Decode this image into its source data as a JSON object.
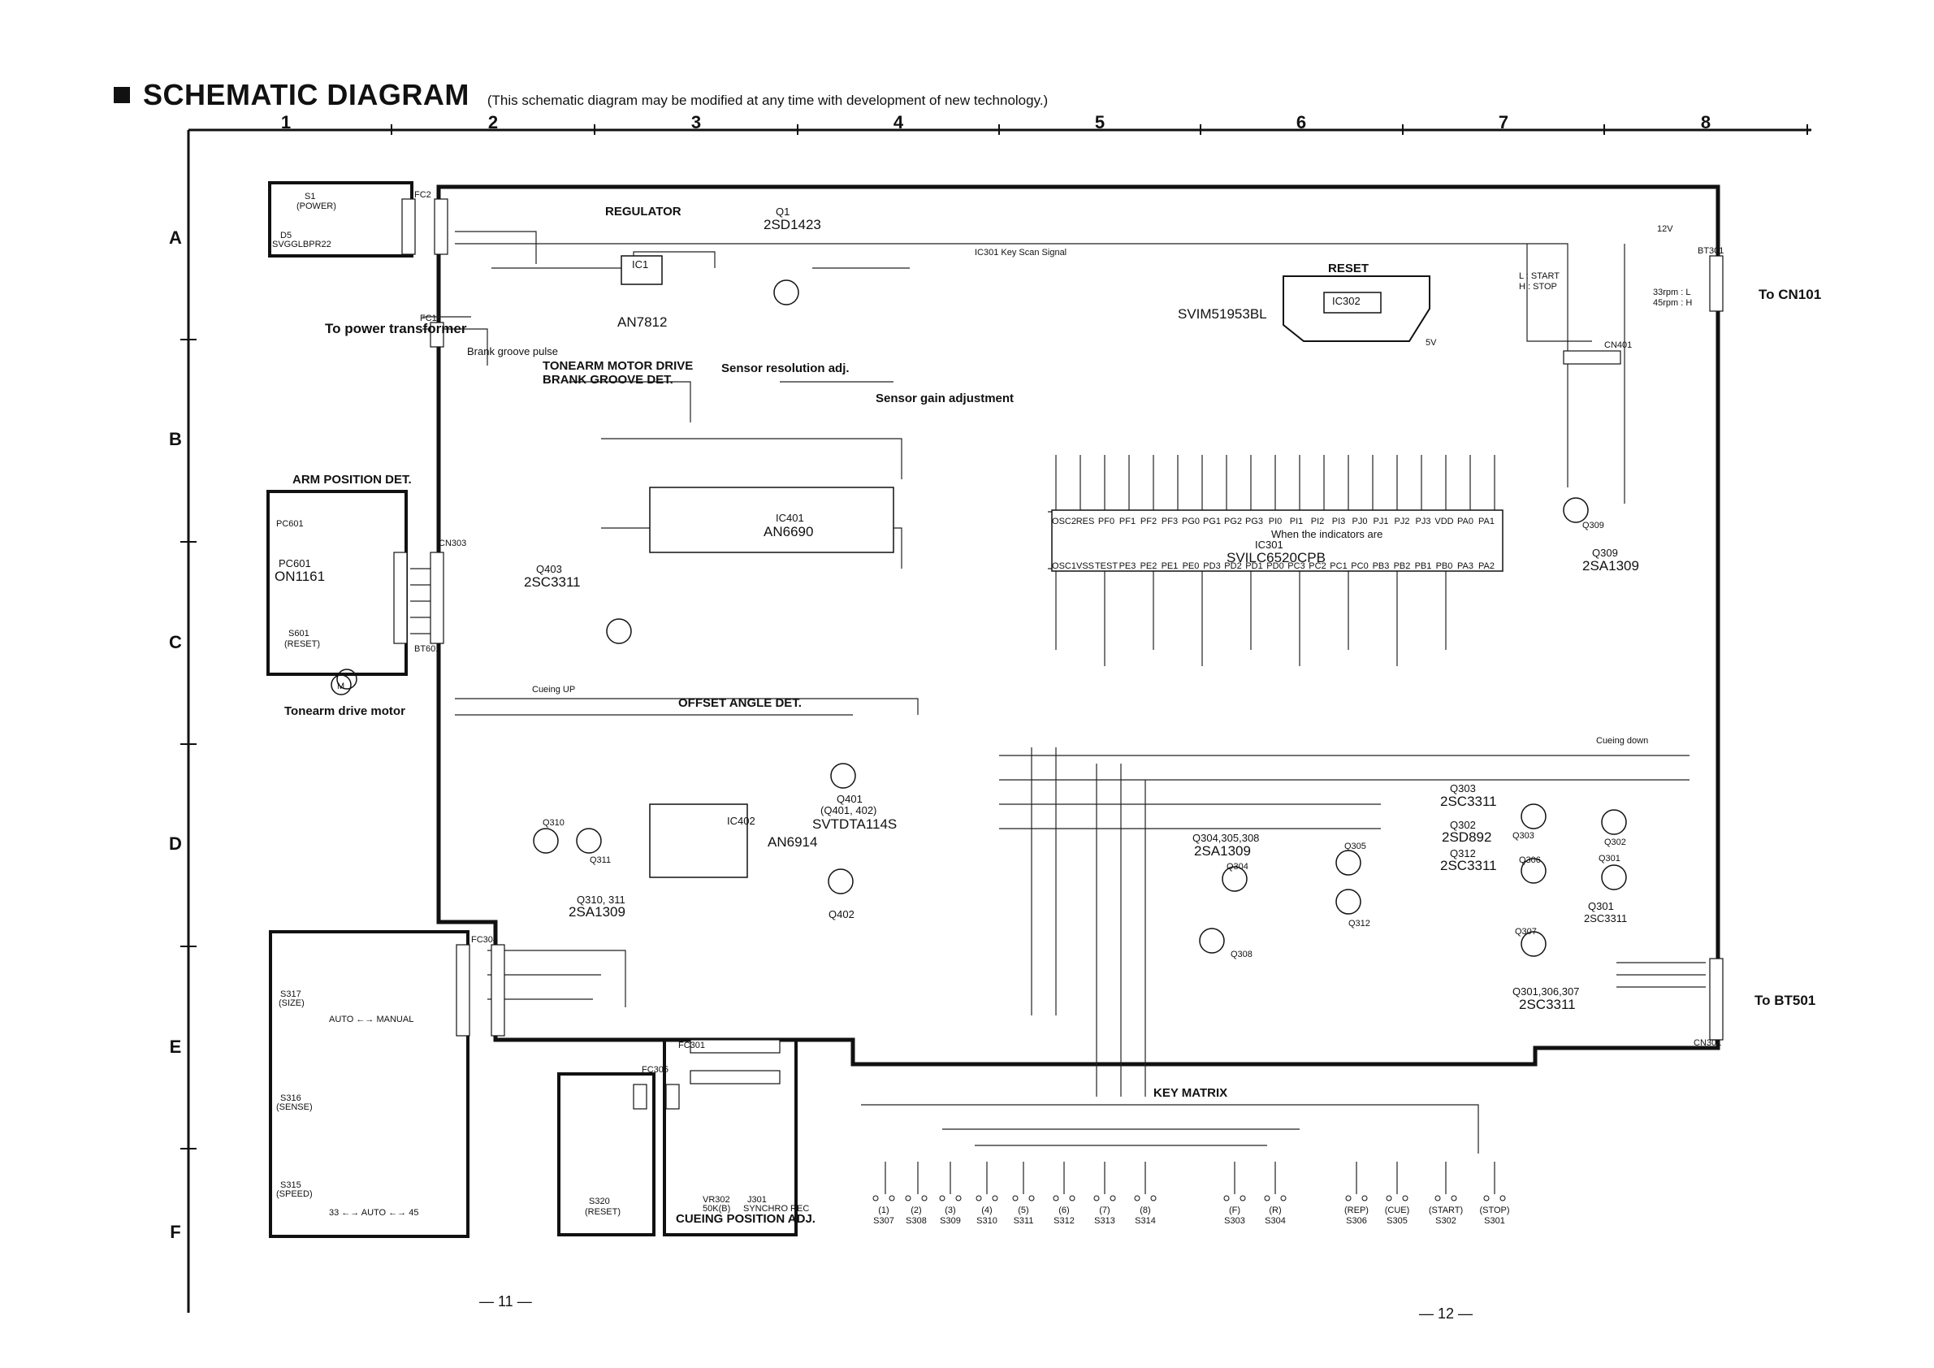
{
  "header": {
    "title": "SCHEMATIC DIAGRAM",
    "subtitle": "(This schematic diagram may be modified at any time with development of new technology.)"
  },
  "grid": {
    "columns": [
      "1",
      "2",
      "3",
      "4",
      "5",
      "6",
      "7",
      "8"
    ],
    "rows": [
      "A",
      "B",
      "C",
      "D",
      "E",
      "F"
    ]
  },
  "page_numbers": [
    "— 11 —",
    "— 12 —"
  ],
  "sections": {
    "regulator": "REGULATOR",
    "reset": "RESET",
    "tonearm_motor_drive": "TONEARM MOTOR DRIVE",
    "brank_groove_det": "BRANK GROOVE DET.",
    "arm_position_det": "ARM POSITION DET.",
    "offset_angle_det": "OFFSET ANGLE DET.",
    "key_matrix": "KEY MATRIX",
    "sensor_resolution_adj": "Sensor resolution adj.",
    "sensor_gain_adjustment": "Sensor gain adjustment",
    "cueing_position_adj": "CUEING POSITION ADJ.",
    "brank_groove_pulse": "Brank groove pulse",
    "tonearm_drive_motor": "Tonearm drive motor",
    "indicators_note": "When the indicators are"
  },
  "destinations": {
    "to_power_transformer": "To power transformer",
    "to_cn101": "To CN101",
    "to_bt501": "To BT501"
  },
  "components": {
    "q1": "Q1",
    "q1_part": "2SD1423",
    "ic1": "IC1",
    "ic1_part": "AN7812",
    "ic302": "IC302",
    "ic302_part": "SVIM51953BL",
    "ic301": "IC301",
    "ic301_part": "SVILC6520CPB",
    "ic401": "IC401",
    "ic401_part": "AN6690",
    "ic402": "IC402",
    "ic402_part": "AN6914",
    "q403": "Q403",
    "q403_part": "2SC3311",
    "q401_402": "Q401",
    "q401_402_sub": "(Q401, 402)",
    "q401_part": "SVTDTA114S",
    "q402": "Q402",
    "q310_311": "Q310, 311",
    "q310_part": "2SA1309",
    "q310": "Q310",
    "q311": "Q311",
    "q309": "Q309",
    "q309_part": "2SA1309",
    "q303": "Q303",
    "q303_part": "2SC3311",
    "q302": "Q302",
    "q302_part": "2SD892",
    "q312": "Q312",
    "q312_part": "2SC3311",
    "q304_305_308": "Q304,305,308",
    "q304_part": "2SA1309",
    "q304": "Q304",
    "q305": "Q305",
    "q308": "Q308",
    "q306": "Q306",
    "q307": "Q307",
    "q301": "Q301",
    "q301_part": "2SC3311",
    "q301_306_307": "Q301,306,307",
    "q301_306_307_part": "2SC3311",
    "pc601": "PC601",
    "pc601_part": "ON1161",
    "s601": "S601",
    "s601_sub": "(RESET)",
    "s1": "S1",
    "s1_sub": "(POWER)",
    "d5": "D5",
    "d5_part": "SVGGLBPR22",
    "fc2": "FC2",
    "fc1": "FC1",
    "cn303": "CN303",
    "bt601": "BT601",
    "bt301": "BT301",
    "cn401": "CN401",
    "cn301": "CN301",
    "fc304": "FC304",
    "fc305": "FC305",
    "fc301": "FC301",
    "s317": "S317",
    "s317_sub": "(SIZE)",
    "s316": "S316",
    "s316_sub": "(SENSE)",
    "s315": "S315",
    "s315_sub": "(SPEED)",
    "s320": "S320",
    "s320_sub": "(RESET)",
    "vr302": "VR302",
    "vr302_val": "50K(B)",
    "j301": "J301",
    "j301_sub": "SYNCHRO REC",
    "auto_manual": "AUTO ←→ MANUAL",
    "auto_speed": "33 ←→ AUTO ←→ 45"
  },
  "key_switches": [
    {
      "label": "(1)",
      "ref": "S307"
    },
    {
      "label": "(2)",
      "ref": "S308"
    },
    {
      "label": "(3)",
      "ref": "S309"
    },
    {
      "label": "(4)",
      "ref": "S310"
    },
    {
      "label": "(5)",
      "ref": "S311"
    },
    {
      "label": "(6)",
      "ref": "S312"
    },
    {
      "label": "(7)",
      "ref": "S313"
    },
    {
      "label": "(8)",
      "ref": "S314"
    },
    {
      "label": "(F)",
      "ref": "S303"
    },
    {
      "label": "(R)",
      "ref": "S304"
    },
    {
      "label": "(REP)",
      "ref": "S306"
    },
    {
      "label": "(CUE)",
      "ref": "S305"
    },
    {
      "label": "(START)",
      "ref": "S302"
    },
    {
      "label": "(STOP)",
      "ref": "S301"
    }
  ],
  "signals": {
    "start": "L : START",
    "stop": "H : STOP",
    "rpm33": "33rpm : L",
    "rpm45": "45rpm : H",
    "cueing_up": "Cueing UP",
    "cueing_down": "Cueing down",
    "key_scan": "IC301 Key Scan Signal",
    "v12": "12V",
    "v5": "5V"
  },
  "ic301_pins_top": [
    "OSC2",
    "RES",
    "PF0",
    "PF1",
    "PF2",
    "PF3",
    "PG0",
    "PG1",
    "PG2",
    "PG3",
    "PI0",
    "PI1",
    "PI2",
    "PI3",
    "PJ0",
    "PJ1",
    "PJ2",
    "PJ3",
    "VDD",
    "PA0",
    "PA1"
  ],
  "ic301_pins_bottom": [
    "OSC1",
    "VSS",
    "TEST",
    "PE3",
    "PE2",
    "PE1",
    "PE0",
    "PD3",
    "PD2",
    "PD1",
    "PD0",
    "PC3",
    "PC2",
    "PC1",
    "PC0",
    "PB3",
    "PB2",
    "PB1",
    "PB0",
    "PA3",
    "PA2"
  ]
}
